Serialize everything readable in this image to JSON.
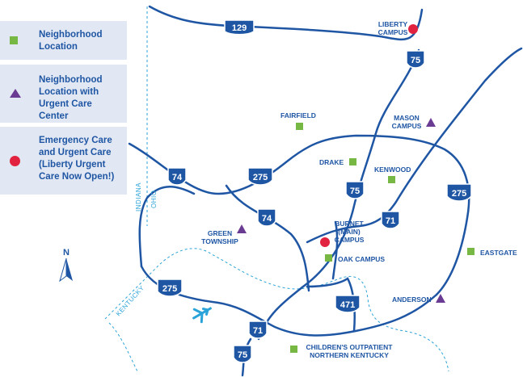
{
  "legend": [
    {
      "marker": "green-square",
      "label": "Neighborhood Location"
    },
    {
      "marker": "purple-triangle",
      "label": "Neighborhood Location with Urgent Care Center"
    },
    {
      "marker": "red-circle",
      "label": "Emergency Care and Urgent Care (Liberty Urgent Care Now Open!)"
    }
  ],
  "locations": {
    "liberty": "LIBERTY CAMPUS",
    "fairfield": "FAIRFIELD",
    "mason": "MASON CAMPUS",
    "drake": "DRAKE",
    "kenwood": "KENWOOD",
    "green": "GREEN TOWNSHIP",
    "burnet": "BURNET (MAIN) CAMPUS",
    "oak": "OAK CAMPUS",
    "eastgate": "EASTGATE",
    "anderson": "ANDERSON",
    "childrens": "CHILDREN'S OUTPATIENT NORTHERN KENTUCKY"
  },
  "highways": {
    "i129": "129",
    "i75_north": "75",
    "i74_west": "74",
    "i275_nw": "275",
    "i75_mid": "75",
    "i74_mid": "74",
    "i71_mid": "71",
    "i275_east": "275",
    "i275_south": "275",
    "i471": "471",
    "i71_south": "71",
    "i75_south": "75"
  },
  "state_labels": {
    "indiana": "INDIANA",
    "ohio": "OHIO",
    "kentucky": "KENTUCKY"
  },
  "compass": "N",
  "colors": {
    "road": "#1f56a4",
    "river": "#2aa3d8",
    "legend_bg": "#e2e8f3",
    "neighborhood": "#76b843",
    "urgent_care": "#6a3b93",
    "emergency": "#e2233f"
  },
  "icons": {
    "airport": "airplane-icon",
    "north": "north-arrow-icon"
  }
}
